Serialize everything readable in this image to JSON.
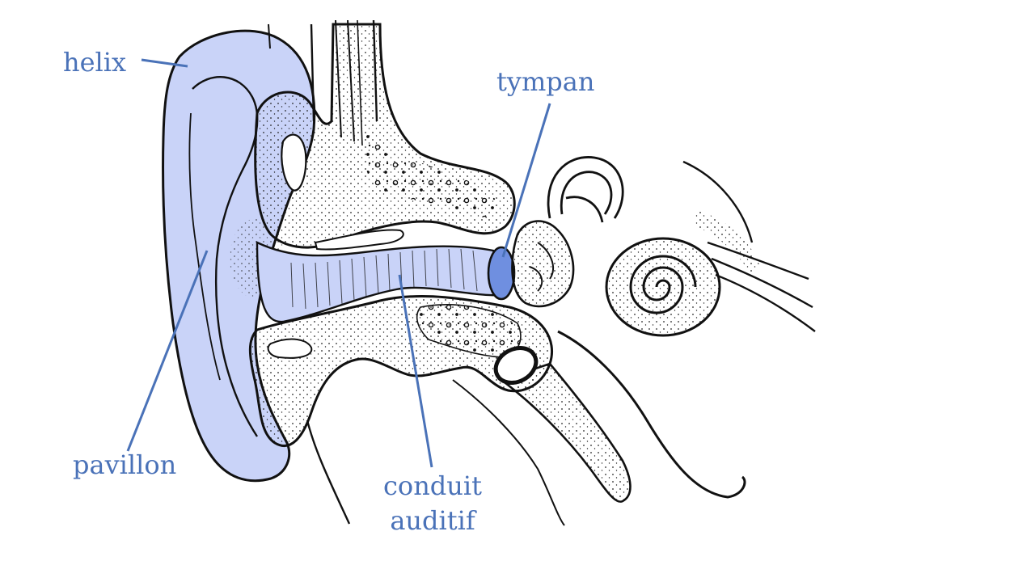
{
  "labels": {
    "helix": "helix",
    "tympan": "tympan",
    "pavillon": "pavillon",
    "conduit_line1": "conduit",
    "conduit_line2": "auditif"
  },
  "colors": {
    "label": "#4a72b8",
    "highlight_fill": "#c9d3f8",
    "tympan_fill": "#6f8fe0",
    "ink": "#111111"
  }
}
